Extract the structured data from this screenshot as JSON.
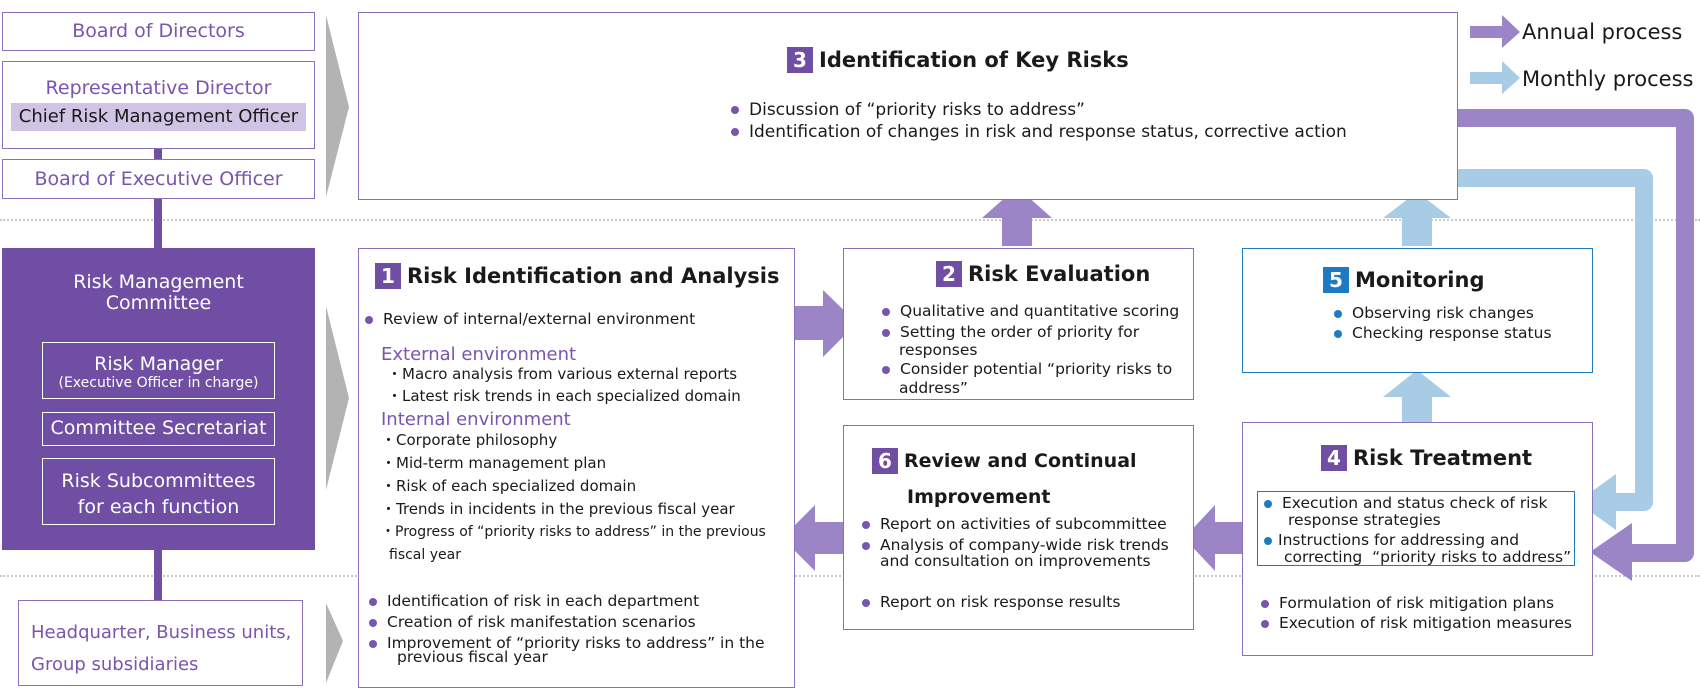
{
  "legend": {
    "annual": "Annual process",
    "monthly": "Monthly process"
  },
  "colors": {
    "accent_purple": "#6f4ea4",
    "annual_arrow": "#9b85c7",
    "monthly_arrow": "#a8cbe6",
    "blue": "#1f7bc1",
    "gray_arrow": "#b3b3b3"
  },
  "org": {
    "board_directors": "Board of Directors",
    "rep_director": "Representative Director",
    "crmo": "Chief Risk Management Officer",
    "board_exec": "Board of Executive Officer",
    "committee": {
      "title1": "Risk Management",
      "title2": "Committee",
      "risk_manager": "Risk Manager",
      "risk_manager_sub": "(Executive Officer in charge)",
      "secretariat": "Committee Secretariat",
      "subcom1": "Risk Subcommittees",
      "subcom2": "for each function"
    },
    "hq1": "Headquarter, Business units,",
    "hq2": "Group subsidiaries"
  },
  "step3": {
    "num": "3",
    "title": "Identification of Key Risks",
    "items": [
      "Discussion of “priority risks to address”",
      "Identification of changes in risk and response status, corrective action"
    ]
  },
  "step1": {
    "num": "1",
    "title": "Risk Identification and Analysis",
    "intro": "Review of internal/external environment",
    "external_title": "External environment",
    "external": [
      "・Macro analysis from various external reports",
      "・Latest risk trends in each specialized domain"
    ],
    "internal_title": "Internal environment",
    "internal": [
      "・Corporate philosophy",
      "・Mid-term management plan",
      "・Risk of each specialized domain",
      "・Trends in incidents in the previous fiscal year",
      "・Progress of “priority risks to address” in the previous"
    ],
    "internal_cont": "fiscal year",
    "dept": [
      "Identification of risk in each department",
      "Creation of risk manifestation scenarios",
      "Improvement of “priority risks to address” in the"
    ],
    "dept_cont": "previous fiscal year"
  },
  "step2": {
    "num": "2",
    "title": "Risk Evaluation",
    "items": [
      "Qualitative and quantitative scoring",
      "Setting the order of priority for",
      "Consider potential “priority risks to"
    ],
    "cont": [
      "responses",
      "address”"
    ]
  },
  "step5": {
    "num": "5",
    "title": "Monitoring",
    "items": [
      "Observing risk changes",
      "Checking response status"
    ]
  },
  "step6": {
    "num": "6",
    "title1": "Review and Continual",
    "title2": "Improvement",
    "items": [
      "Report on activities of subcommittee",
      "Analysis of company-wide risk trends"
    ],
    "cont": "and consultation on improvements",
    "dept": "Report on risk response results"
  },
  "step4": {
    "num": "4",
    "title": "Risk Treatment",
    "items": [
      "Execution and status check of risk",
      "Instructions for addressing and"
    ],
    "cont": [
      "response strategies",
      "correcting  “priority risks to address”"
    ],
    "dept": [
      "Formulation of risk mitigation plans",
      "Execution of risk mitigation measures"
    ]
  }
}
